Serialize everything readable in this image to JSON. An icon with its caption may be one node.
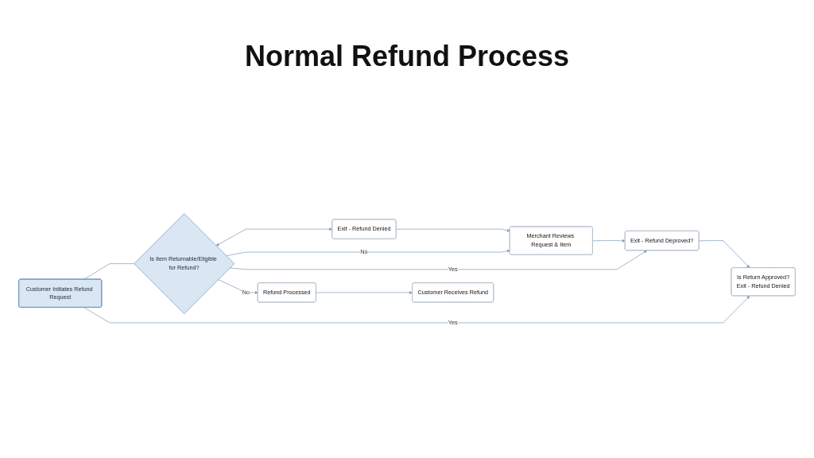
{
  "diagram": {
    "title": "Normal Refund Process",
    "nodes": [
      {
        "text": [
          "Customer Initiates Refund Request"
        ]
      },
      {
        "text": [
          "Is Item Returnable/Eligible for Refund?"
        ]
      },
      {
        "text": [
          "Exit - Refund Denied"
        ]
      },
      {
        "text": [
          "Merchant Reviews Request & Item"
        ]
      },
      {
        "text": [
          "Exit - Refund Deproved?"
        ]
      },
      {
        "text": [
          "Is Return Approved?",
          "Exit - Refund Denied"
        ]
      },
      {
        "text": [
          "Refund Processed"
        ]
      },
      {
        "text": [
          "Customer Receives Refund"
        ]
      }
    ],
    "edges": [
      {
        "from": 0,
        "to": 1,
        "arrow": "none"
      },
      {
        "from": 1,
        "to": 2,
        "arrow": "both"
      },
      {
        "from": 1,
        "to": 3,
        "label": "No",
        "arrow": "to"
      },
      {
        "from": 1,
        "to": 4,
        "label": "Yes",
        "arrow": "to"
      },
      {
        "from": 0,
        "to": 5,
        "label": "Yes",
        "arrow": "to"
      },
      {
        "from": 1,
        "to": 6,
        "label": "No",
        "arrow": "to"
      },
      {
        "from": 2,
        "to": 3,
        "arrow": "to"
      },
      {
        "from": 3,
        "to": 4,
        "arrow": "to"
      },
      {
        "from": 4,
        "to": 5,
        "arrow": "to"
      },
      {
        "from": 6,
        "to": 7,
        "arrow": "to"
      }
    ]
  }
}
